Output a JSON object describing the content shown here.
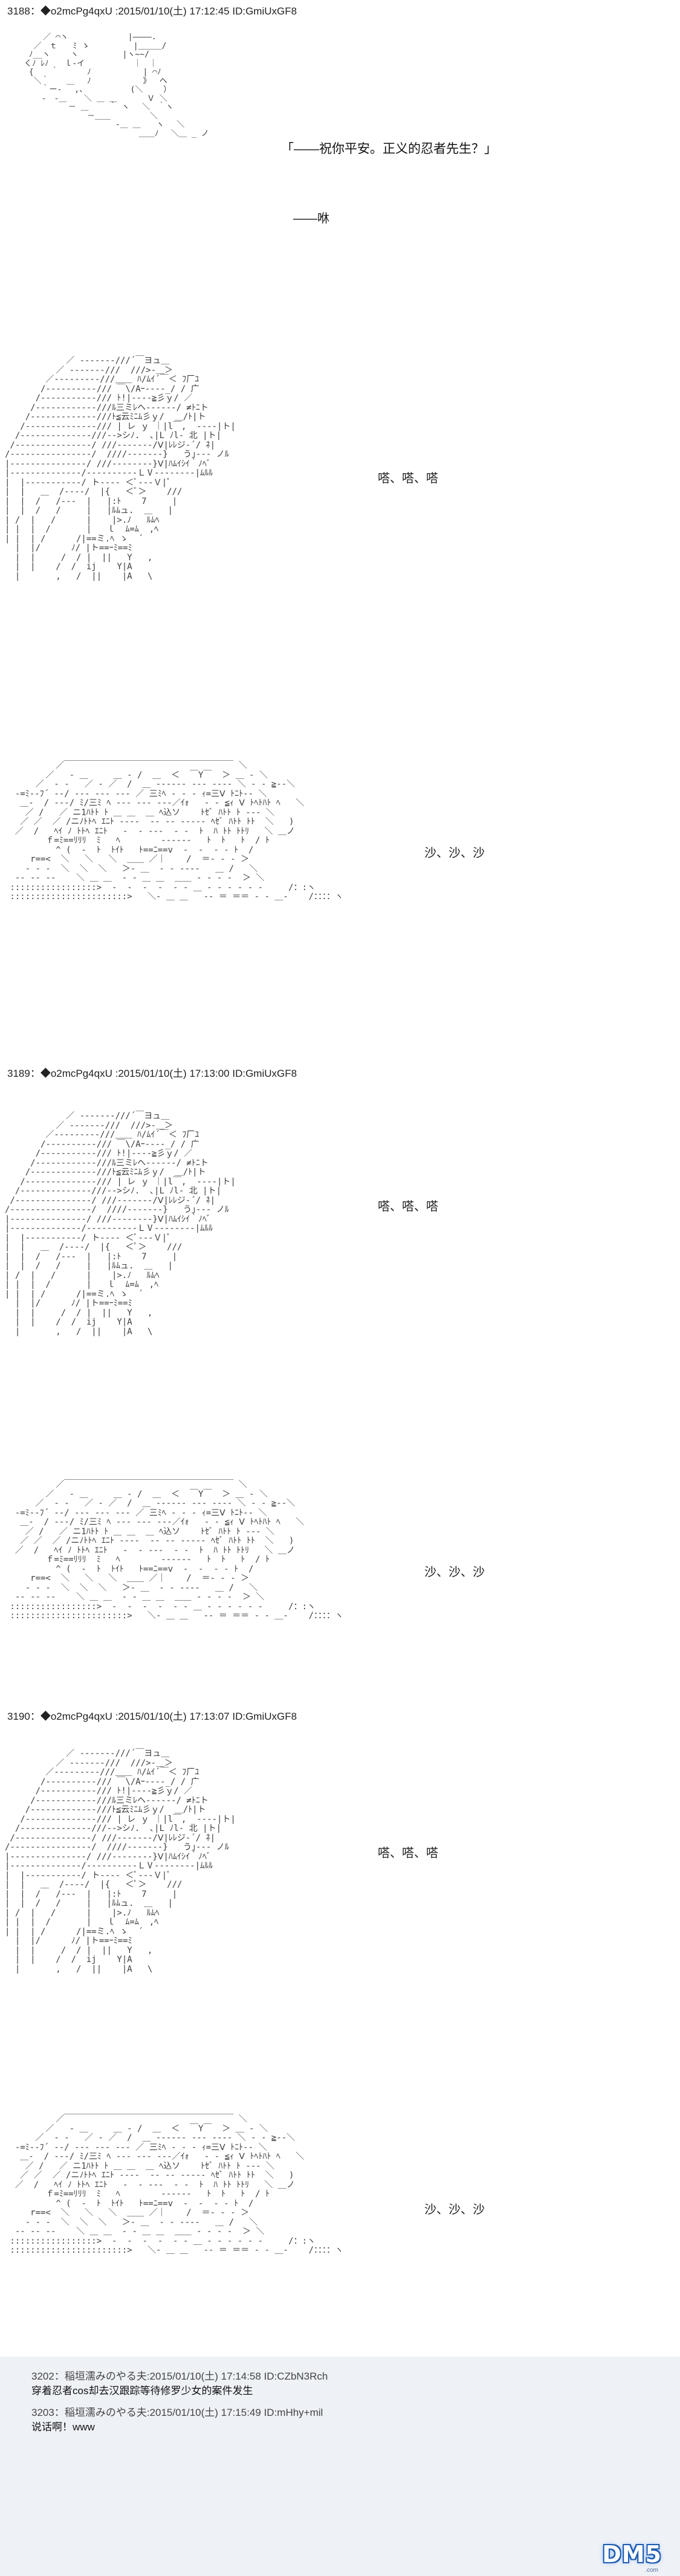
{
  "posts": [
    {
      "header": "3188：◆o2mcPg4qxU :2015/01/10(土) 17:12:45 ID:GmiUxGF8",
      "dialogue": "「——祝你平安。正义的忍者先生？」",
      "sfx_shu": "——咻",
      "sfx_ta": "嗒、嗒、嗒",
      "sfx_sha": "沙、沙、沙"
    },
    {
      "header": "3189：◆o2mcPg4qxU :2015/01/10(土) 17:13:00 ID:GmiUxGF8",
      "sfx_ta": "嗒、嗒、嗒",
      "sfx_sha": "沙、沙、沙"
    },
    {
      "header": "3190：◆o2mcPg4qxU :2015/01/10(土) 17:13:07 ID:GmiUxGF8",
      "sfx_ta": "嗒、嗒、嗒",
      "sfx_sha": "沙、沙、沙"
    }
  ],
  "comments": [
    {
      "header": "3202：稲垣濡みのやる夫:2015/01/10(土) 17:14:58 ID:CZbN3Rch",
      "body": "穿着忍者cos却去汉跟踪等待修罗少女的案件发生"
    },
    {
      "header": "3203：稲垣濡みのやる夫:2015/01/10(土) 17:15:49 ID:mHhy+mil",
      "body": "说话啊！www"
    }
  ],
  "logo": {
    "text": "DM5",
    "sub": ".com"
  },
  "art": {
    "fox_head": "    ／ ⌒ヽ 　　　　　　　|――――.\n  ／　ｔ　　ﾐ ゝ 　　　　　|＿＿＿/\n ﾉ__ヽ　　 ヽ　　　　　 |ヽ~~/\nくﾉ ﾚﾉ　　ｌ-イ 　　　 　　｜　｜\n { 　 ｀　　　 ﾉ　　 　　　　| ⌒ﾉ\n  ＼｀ 　 ＿　 ﾉ　　　　　　 》　 ヘ\n 　 ｀ー-　 ,、　　　　　　(＼　　 ）\n 　 ‐　-＿ 　 ＼ ＿ ＿ 　 　 Ｖ ＼\n　　　　 　－ ＿ 　　｀ ヽ　 ＼　｀ヽ\n　　　　　　　　－＿＿　　　　　＼\n　　　　　　　　　　　 ‐＿ ＿　　ヽ　 ＼\n　　　　　　　　　　　　　　 ＿＿ﾉ　 ＼＿ _ ノ",
    "ninja_hood": "            ／ ‐‐‐‐‐‐‐///´￣ヨュ＿\n          ／ ‐‐‐‐‐‐‐///  ///>‐＿＞\n        ／‐‐‐‐‐‐‐‐‐///＿＿ ﾊ/ﾑｲ´￣＜ ﾌ厂ﾕ\n       /‐‐‐‐‐‐‐‐‐‐/// ￣\\/Aｰ‐‐‐‐_/ / 广\n      /‐‐‐‐‐‐‐‐‐‐‐/// ﾄ!|‐‐‐‐≧彡ｙ/ ／\n     /‐‐‐‐‐‐‐‐‐‐‐‐///ﾙ三ミﾚヘ‐‐‐‐‐‐/ ≠ﾄﾆト\n    /‐‐‐‐‐‐‐‐‐‐‐‐‐///ﾄ≦云ﾐﾆﾑ彡ｙ/  ＿/ﾄ|ト\n   /‐‐‐‐‐‐‐‐‐‐‐‐‐‐/// | レ ｙ ｜|l￣,  ‐‐‐‐|ト|\n  /‐‐‐‐‐‐‐‐‐‐‐‐‐‐///‐‐>シﾉ.  ､|L ﾉl‐ 北 |ト|\n /‐‐‐‐‐‐‐‐‐‐‐‐‐‐‐/ ///‐‐‐‐‐‐‐/Ⅴ|ﾚﾚジ‐´/ ﾈ|\n/‐‐‐‐‐‐‐‐‐‐‐‐‐‐‐‐/  ////‐‐‐‐‐‐‐}   う｣‐‐‐ ノﾙ\n|‐‐‐‐‐‐‐‐‐‐‐‐‐‐‐/ ///‐‐‐‐‐‐‐‐}Ⅴ|ﾊﾑｲｼｲ｀ﾉﾍﾞ\n|‐‐‐‐‐‐‐‐‐‐‐‐‐‐/‐‐‐‐‐‐‐‐‐‐ＬⅤ‐‐‐‐‐‐‐‐|ﾑﾙﾙ\n|  |‐‐‐‐‐‐‐‐‐‐‐/ ト‐‐‐‐ ＜ﾟ‐‐‐Ｖ|ﾟ\n|  |   ＿  /‐‐‐‐/  |{   ＜ﾟ＞    ///\n|  |  /   /‐‐‐  |   |:ﾄ    7     |\n|  |  /   /     |   |ﾙﾑュ.  ＿   |\n| /  |   /      |    |>.ﾉ   ﾙﾑﾍ\n| |  |  /       |   ｌ  ﾑ=ﾑ  ,ﾍ\n| |  | /      /|==ミ.ﾍ ゝ  ´\n  |  |/      ﾉ/ |ト==ｰﾐ==ﾐ\n  |  |     /  / |  ||   Y   ,\n  |  |    /  /  ij    Y|A\n  |       ,   /  ||    |A   \\",
    "ninja_body": "          ／￣￣￣￣￣￣￣￣￣￣￣￣￣￣￣￣￣￣￣￣ ＼\n        ／   ‐ ＿     ＿ ‐ /  ＿  ＜  ￣Y￣  ＞ ＿ ‐ ＼\n      ／  ‐ ‐   ／ ‐ ／  /  ＿ ‐‐‐‐‐‐ ‐‐‐ ‐‐‐‐ ＼ ‐ ‐ ≧‐‐＼\n  ‐=ﾐ‐‐ﾌ´ ‐‐/ ‐‐‐ ‐‐‐ ‐‐‐ ／ 三ﾐﾍ ‐ ‐ ‐ ｨ=三Ⅴ ﾄﾆﾄ‐‐ ＼\n   ＿‐  / ‐‐‐/ ﾐ/三ﾐ ﾍ ‐‐‐ ‐‐‐ ‐‐‐／ｲｫ   ‐ ‐ ≦ｨ Ⅴ ﾄﾍﾄﾊﾄ ﾍ   ＼\n    ／ /   ／ ニ1ﾊﾄﾄ ﾄ ＿ ＿  ＿ ﾍ込ソ    ﾄｾﾞ ﾊﾄﾄ ﾄ ‐‐‐ ＼\n   ／ ／  ／ /ニﾉﾄﾄﾍ ｴﾆﾄ ‐‐‐‐  ‐‐ ‐‐ ‐‐‐‐‐ ﾍｾﾞ ﾊﾄﾄ ﾄﾄ  ＼   )\n  ／  /   ﾍｲ ﾉ ﾄﾄﾍ ｴﾆﾄ   ‐  ‐ ‐‐‐  ‐ ‐  ﾄ  ﾊ ﾄﾄ ﾄﾄﾘ   ＼ ＿ノ\n        ｆ=ﾐ==ﾘﾘﾘ  ﾐ   ﾍ        ‐‐‐‐‐‐   ﾄ  ﾄ   ﾄ  / ﾄ\n          ^ (  ‐  ﾄ  ﾄｲﾄ   ﾄ==ﾆ==v  ‐  ‐  ‐ ‐ ﾄ  /\n     r==<  ＼   ＼   ＼  ＿＿ ／｜    /  ＝‐ ‐ ‐ ＞\n    ‐ ‐ ‐  ＼  ＼  ＼   ＞‐ ＿  ‐ ‐ ‐‐‐‐   ＿ /   ＼\n  ‐‐ ‐‐ ‐‐    ＼ ＿ ＿  ‐ ‐ ＿ ＿  ＿＿ ‐ ‐ ‐ ‐  ＞ ＼\n :::::::::::::::::>  ‐  ‐  ‐  ‐  ‐ ‐ ＿ ‐ ‐ ‐ ‐ ‐ ‐     /：:ヽ\n :::::::::::::::::::::::>   ＼‐ ＿ ＿   ‐‐ ＝ ＝＝ ‐ ‐ ＿‐    /：：：：ヽ"
  }
}
